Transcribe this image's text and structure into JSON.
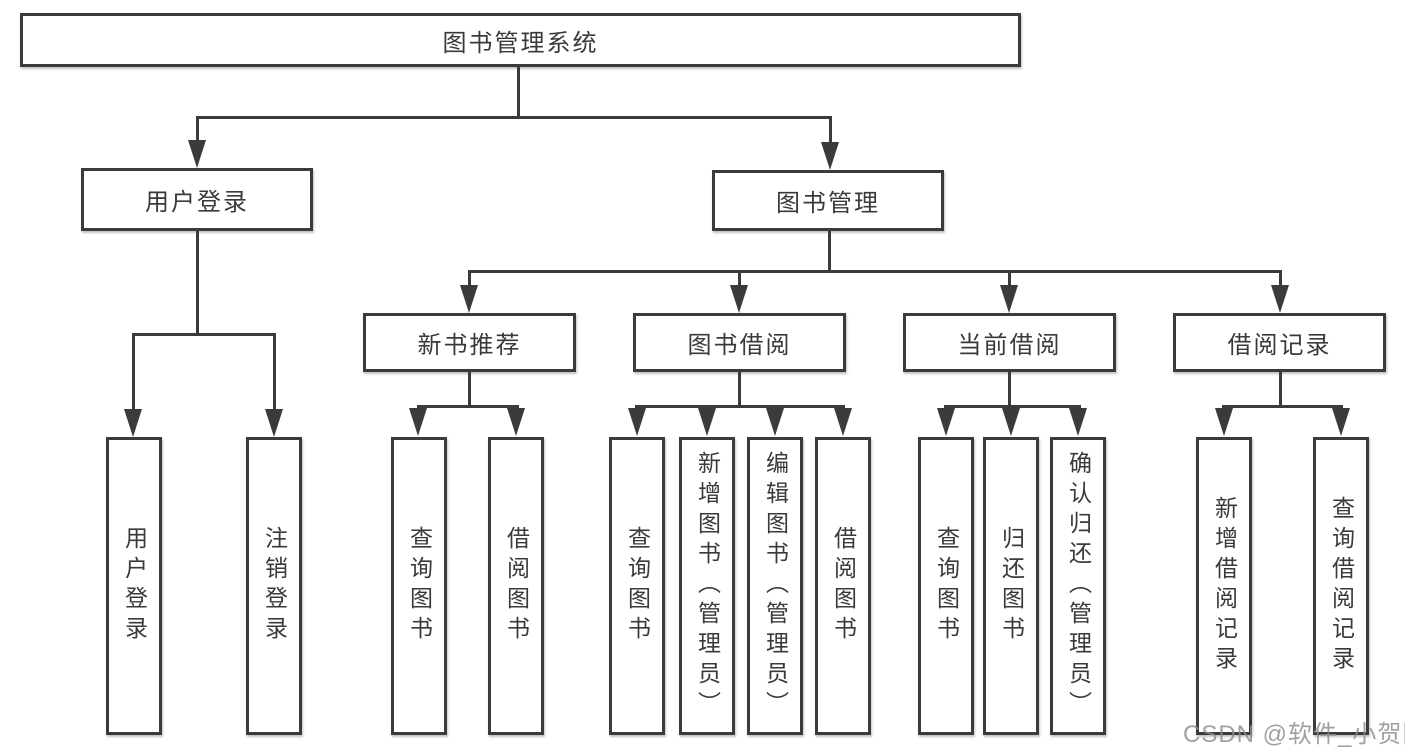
{
  "tree": {
    "root": {
      "label": "图书管理系统",
      "children": [
        {
          "label": "用户登录",
          "children": [
            {
              "label": "用户登录"
            },
            {
              "label": "注销登录"
            }
          ]
        },
        {
          "label": "图书管理",
          "children": [
            {
              "label": "新书推荐",
              "children": [
                {
                  "label": "查询图书"
                },
                {
                  "label": "借阅图书"
                }
              ]
            },
            {
              "label": "图书借阅",
              "children": [
                {
                  "label": "查询图书"
                },
                {
                  "label": "新增图书（管理员）"
                },
                {
                  "label": "编辑图书（管理员）"
                },
                {
                  "label": "借阅图书"
                }
              ]
            },
            {
              "label": "当前借阅",
              "children": [
                {
                  "label": "查询图书"
                },
                {
                  "label": "归还图书"
                },
                {
                  "label": "确认归还（管理员）"
                }
              ]
            },
            {
              "label": "借阅记录",
              "children": [
                {
                  "label": "新增借阅记录"
                },
                {
                  "label": "查询借阅记录"
                }
              ]
            }
          ]
        }
      ]
    }
  },
  "colors": {
    "line": "#3b3b3b",
    "text": "#3a3a3a",
    "background": "#ffffff"
  },
  "watermark": {
    "text": "CSDN @软件_小贺同学"
  }
}
